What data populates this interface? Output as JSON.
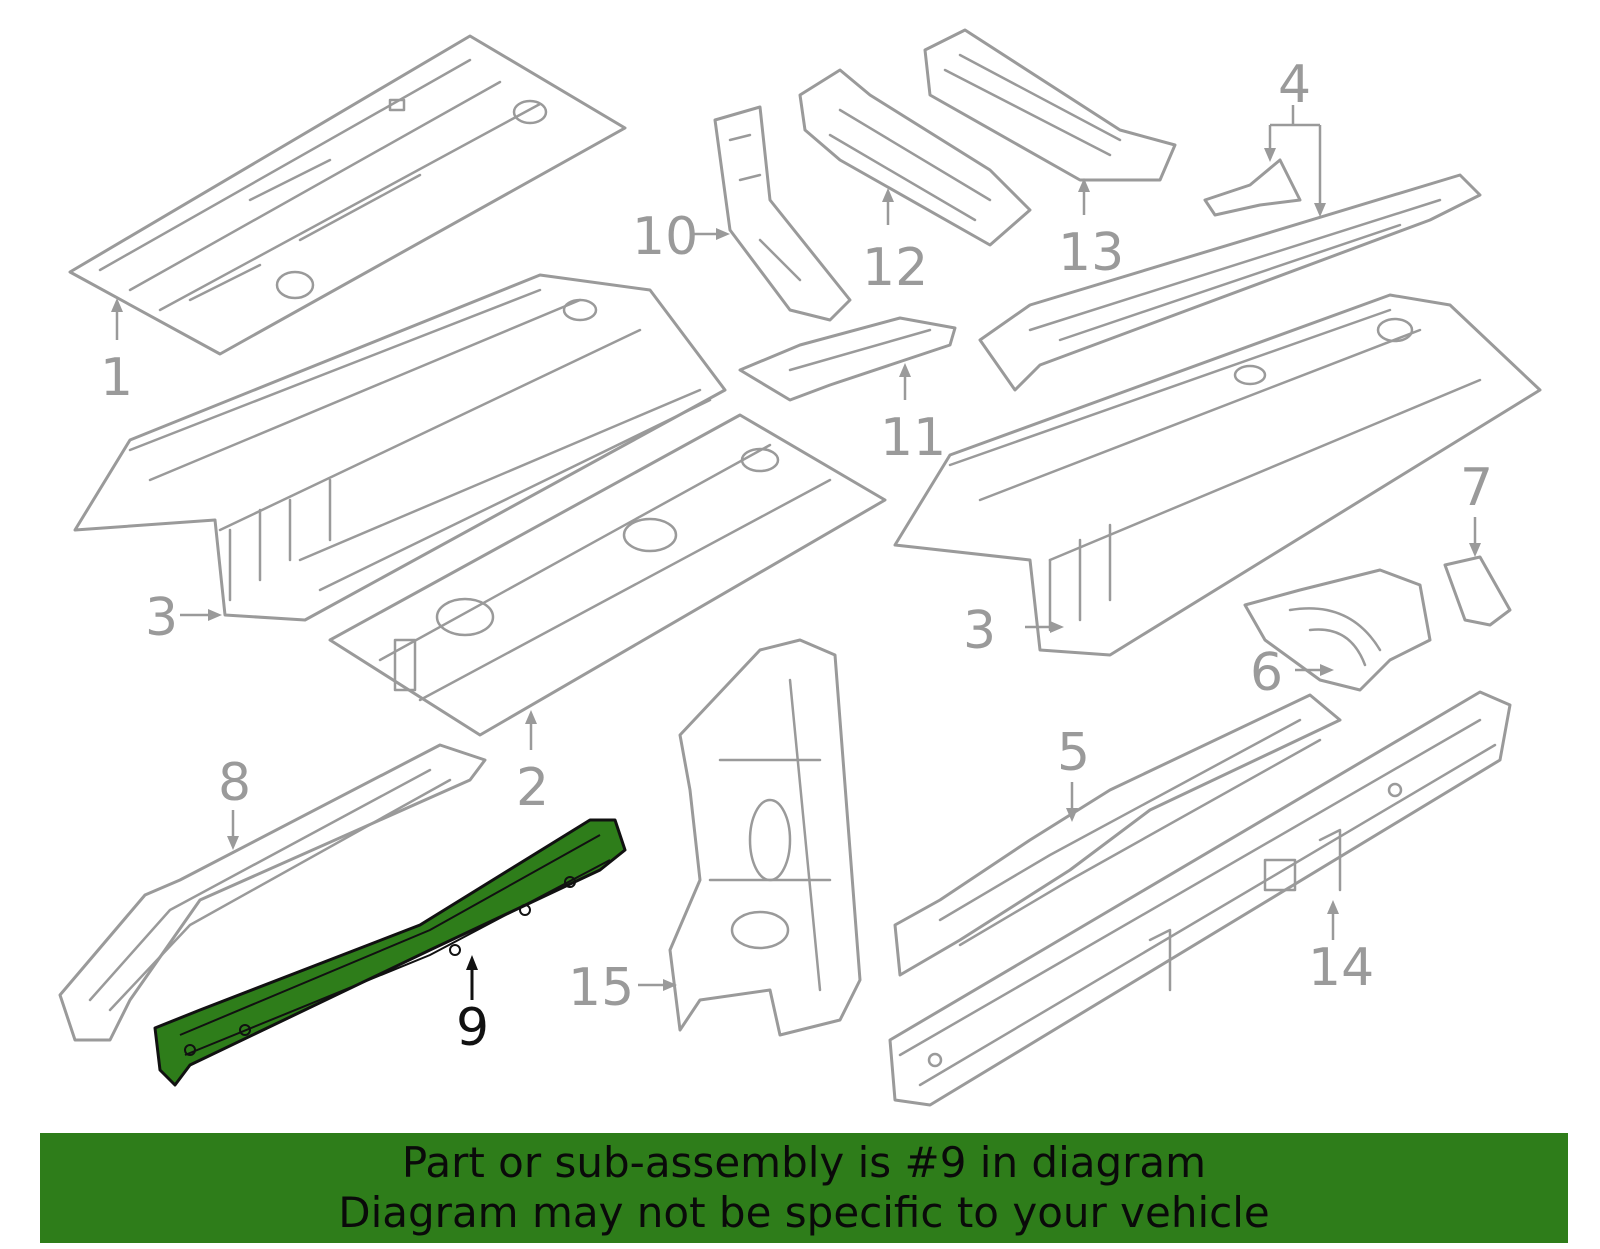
{
  "callouts": {
    "c1": "1",
    "c2": "2",
    "c3a": "3",
    "c3b": "3",
    "c4": "4",
    "c5": "5",
    "c6": "6",
    "c7": "7",
    "c8": "8",
    "c9": "9",
    "c10": "10",
    "c11": "11",
    "c12": "12",
    "c13": "13",
    "c14": "14",
    "c15": "15"
  },
  "highlighted_part": "9",
  "banner": {
    "line1": "Part or sub-assembly is #9 in diagram",
    "line2": "Diagram may not be specific to your vehicle"
  },
  "colors": {
    "highlight": "#2e7d1a",
    "outline": "#9a9a9a",
    "text_dark": "#111111"
  },
  "icons": {
    "arrow": "arrow-icon"
  }
}
